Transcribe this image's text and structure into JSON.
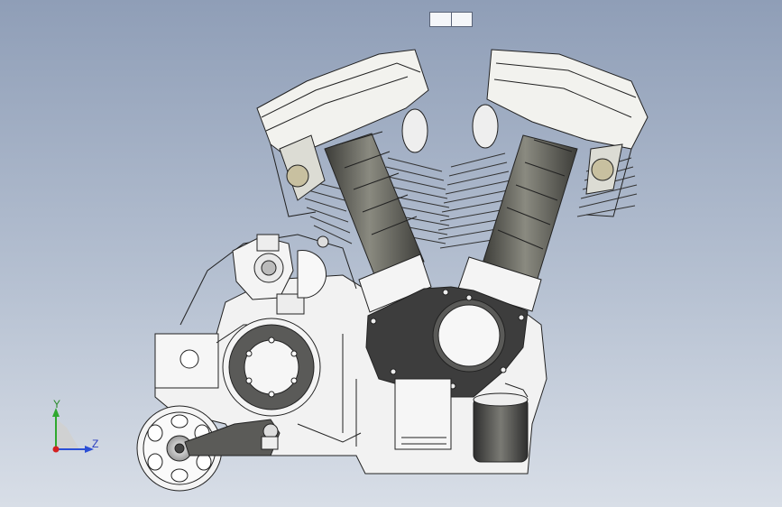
{
  "window": {
    "type": "cad-viewport",
    "subject": "v-twin-engine-assembly"
  },
  "toolbar": {
    "buttons": [
      {
        "icon": "view-orientation-icon"
      },
      {
        "icon": "display-style-icon"
      }
    ]
  },
  "triad": {
    "y_label": "Y",
    "z_label": "Z",
    "colors": {
      "y": "#2fa82f",
      "z": "#2b4fd6",
      "x": "#d42020"
    }
  },
  "colors": {
    "background_top": "#8f9eb7",
    "background_bottom": "#d8dee7",
    "part_fill": "#f2f2f2",
    "cylinder_dark": "#4a4a45",
    "cylinder_mid": "#77776e",
    "cover_dark": "#3d3d3d",
    "edge_line": "#222222"
  }
}
